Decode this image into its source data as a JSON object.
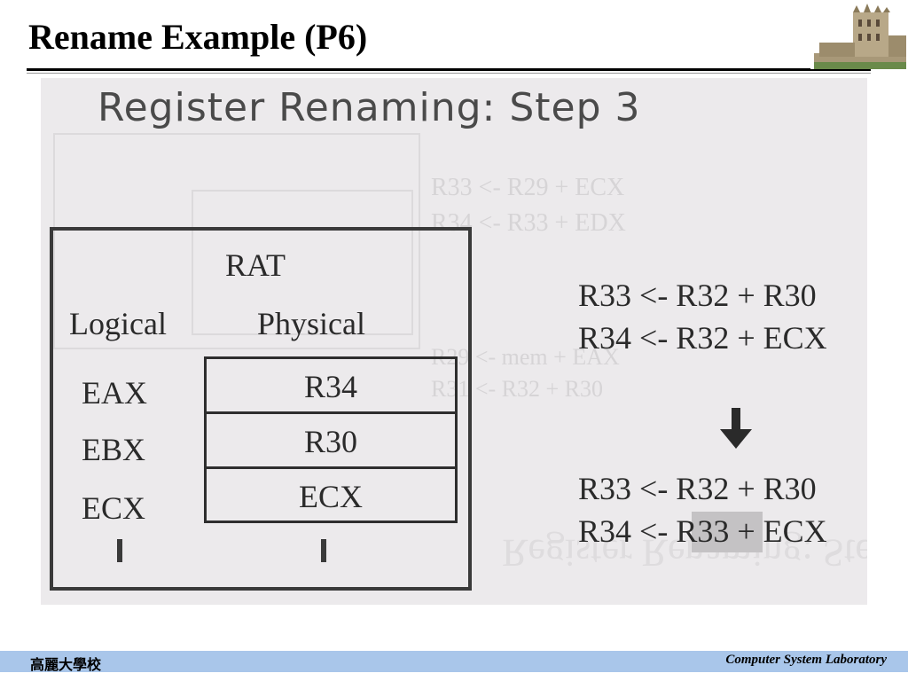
{
  "slide": {
    "title": "Rename Example (P6)"
  },
  "scan": {
    "heading": "Register Renaming:  Step 3",
    "rat": {
      "title": "RAT",
      "logical_header": "Logical",
      "physical_header": "Physical",
      "rows": [
        {
          "logical": "EAX",
          "physical": "R34"
        },
        {
          "logical": "EBX",
          "physical": "R30"
        },
        {
          "logical": "ECX",
          "physical": "ECX"
        }
      ]
    },
    "before": [
      "R33 <- R32 + R30",
      "R34 <- R32 + ECX"
    ],
    "after": {
      "line1": "R33 <- R32 + R30",
      "line2_prefix": "R34 <- ",
      "line2_highlight": "R33",
      "line2_suffix": " + ECX"
    },
    "arrow_icon": "down-arrow-icon",
    "highlight_color": "#c4c2c4"
  },
  "footer": {
    "left": "高麗大學校",
    "right": "Computer System Laboratory",
    "color": "#a9c6ea"
  },
  "logo_icon": "university-building-icon"
}
